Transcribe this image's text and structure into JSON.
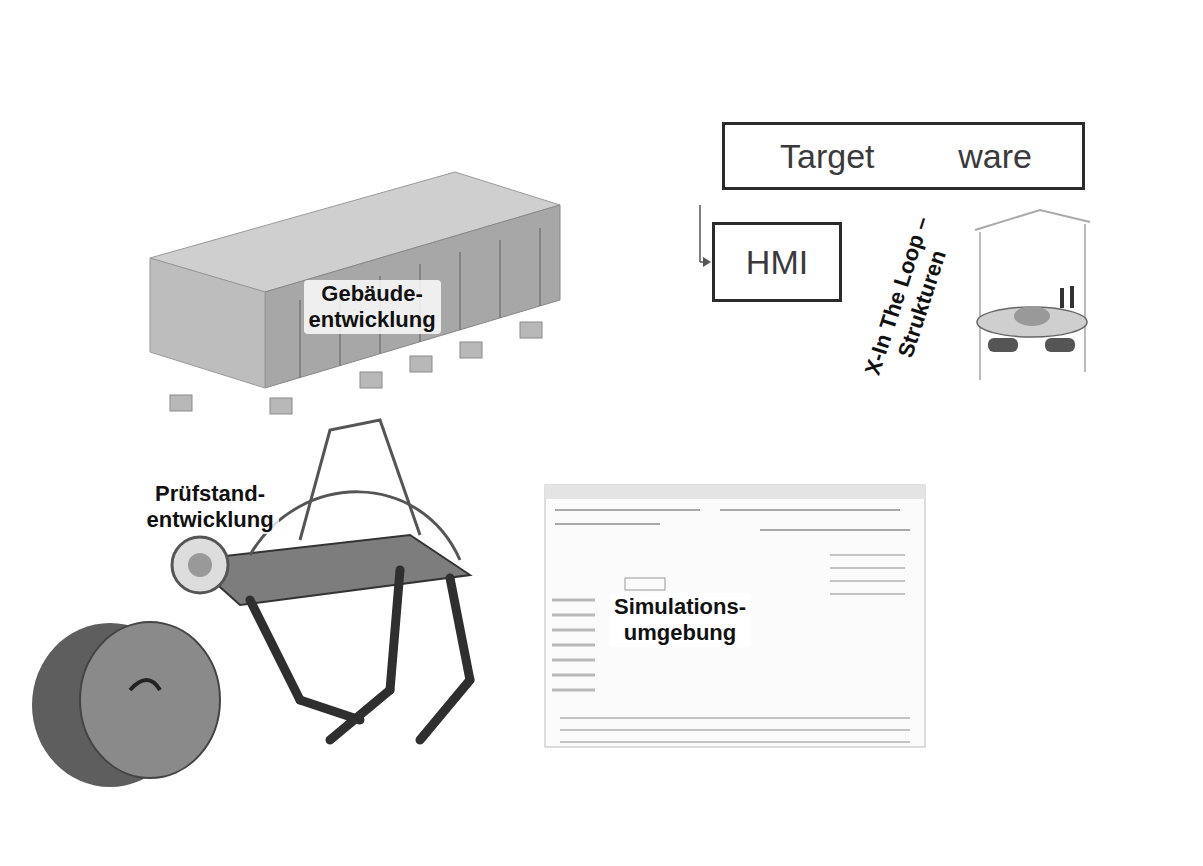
{
  "diagram": {
    "nodes": [
      {
        "text": [
          "Gebäude- entwicklung"
        ]
      },
      {
        "text": [
          "X-In The Loop – Strukturen"
        ]
      },
      {
        "text": [
          "Target",
          "ware"
        ],
        "in": 1
      },
      {
        "text": [
          "HMI"
        ],
        "in": 1
      },
      {
        "text": [
          "Prüfstand- entwicklung"
        ]
      },
      {
        "text": [
          "Simulations- umgebung"
        ]
      }
    ]
  }
}
